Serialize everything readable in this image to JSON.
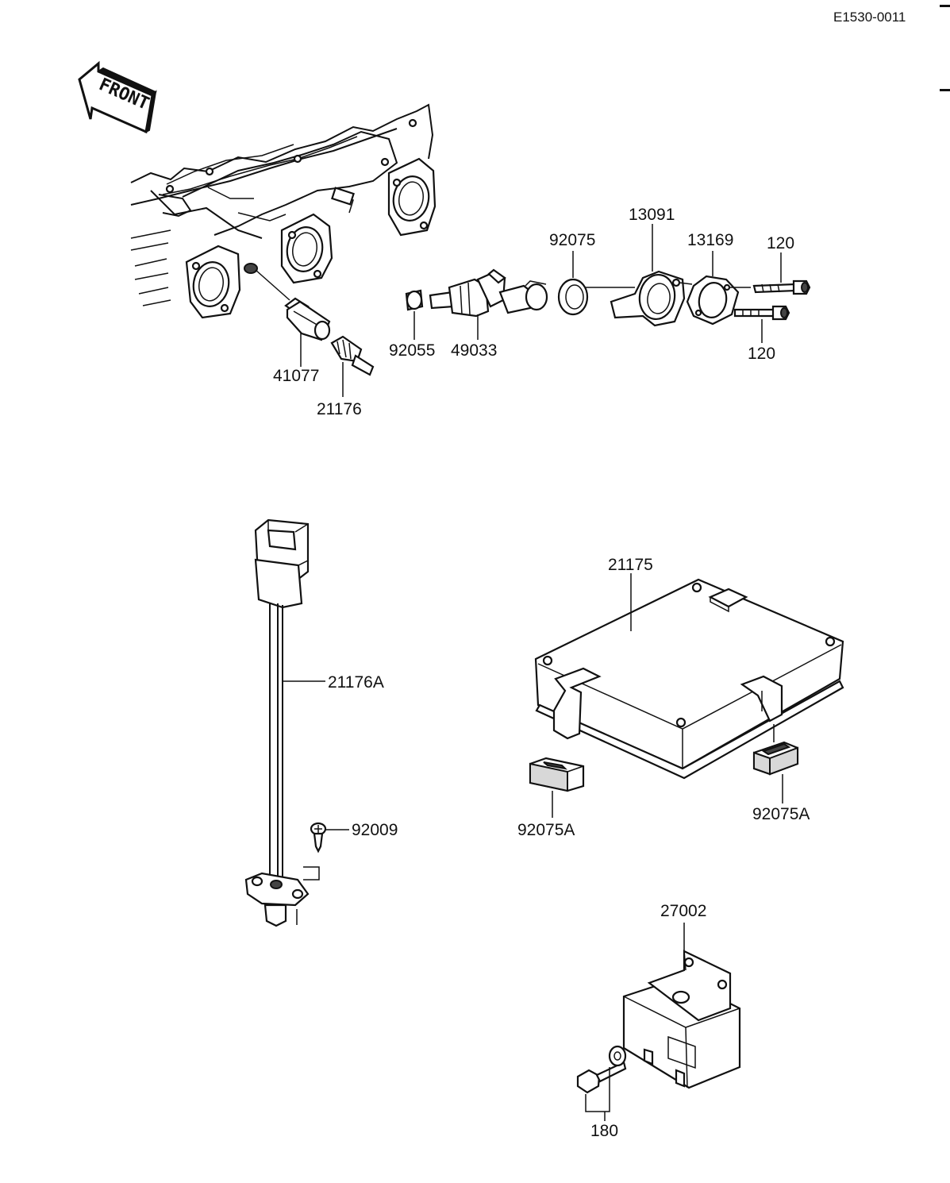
{
  "document_id": "E1530-0011",
  "front_label": "FRONT",
  "parts": {
    "p41077": "41077",
    "p21176": "21176",
    "p92055": "92055",
    "p49033": "49033",
    "p92075": "92075",
    "p13091": "13091",
    "p13169": "13169",
    "p120_top": "120",
    "p120_bottom": "120",
    "p21176A": "21176A",
    "p92009": "92009",
    "p21175": "21175",
    "p92075A_left": "92075A",
    "p92075A_right": "92075A",
    "p27002": "27002",
    "p180": "180"
  }
}
